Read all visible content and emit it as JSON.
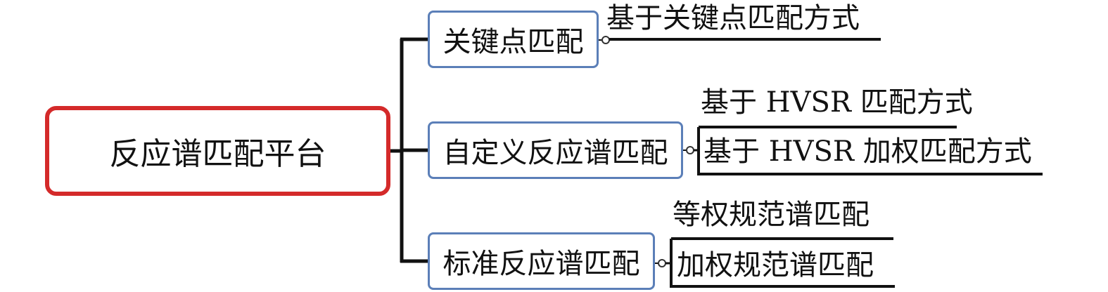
{
  "root": {
    "label": "反应谱匹配平台"
  },
  "branches": [
    {
      "label": "关键点匹配",
      "children": [
        "基于关键点匹配方式"
      ]
    },
    {
      "label": "自定义反应谱匹配",
      "children": [
        "基于 HVSR 匹配方式",
        "基于 HVSR 加权匹配方式"
      ]
    },
    {
      "label": "标准反应谱匹配",
      "children": [
        "等权规范谱匹配",
        "加权规范谱匹配"
      ]
    }
  ],
  "colors": {
    "root_border": "#d42a2a",
    "branch_border": "#5b7fb8",
    "connector": "#111111"
  }
}
